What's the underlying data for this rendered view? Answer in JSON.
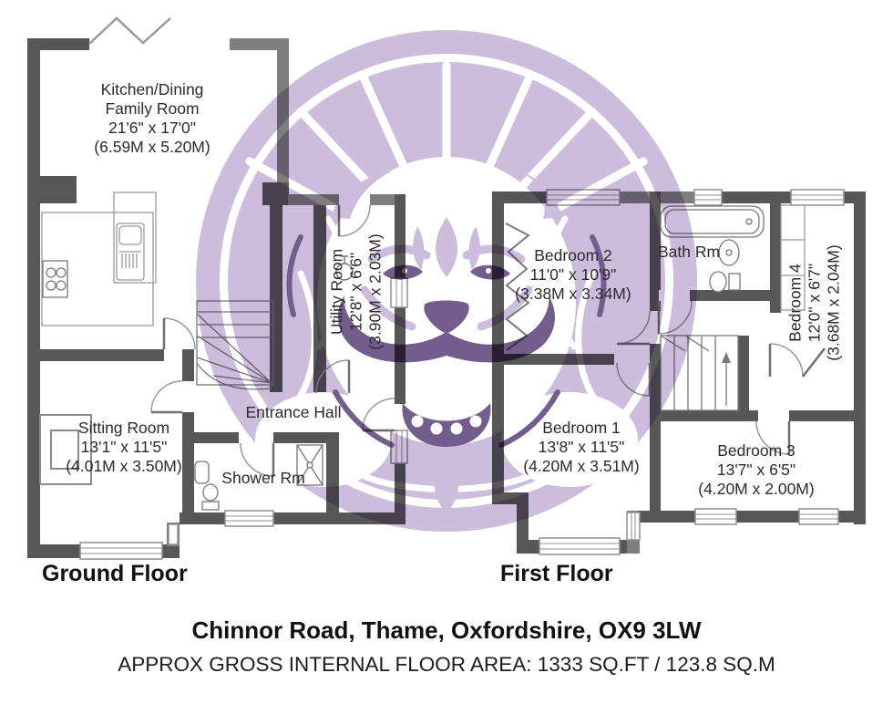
{
  "title": {
    "address": "Chinnor Road, Thame, Oxfordshire, OX9 3LW",
    "area": "APPROX GROSS INTERNAL FLOOR AREA: 1333 SQ.FT / 123.8 SQ.M"
  },
  "floors": {
    "ground": {
      "label": "Ground Floor"
    },
    "first": {
      "label": "First Floor"
    }
  },
  "rooms": {
    "kitchen": {
      "line1": "Kitchen/Dining",
      "line2": "Family Room",
      "imperial": "21'6\" x 17'0\"",
      "metric": "(6.59M x 5.20M)"
    },
    "utility": {
      "name": "Utility Room",
      "imperial": "12'8\" x 6'6\"",
      "metric": "(3.90M x 2.03M)"
    },
    "sitting": {
      "name": "Sitting Room",
      "imperial": "13'1\" x 11'5\"",
      "metric": "(4.01M x 3.50M)"
    },
    "entrance_hall": {
      "name": "Entrance Hall"
    },
    "shower": {
      "name": "Shower Rm"
    },
    "bedroom1": {
      "name": "Bedroom 1",
      "imperial": "13'8\" x 11'5\"",
      "metric": "(4.20M x 3.51M)"
    },
    "bedroom2": {
      "name": "Bedroom 2",
      "imperial": "11'0\" x 10'9\"",
      "metric": "(3.38M x 3.34M)"
    },
    "bedroom3": {
      "name": "Bedroom 3",
      "imperial": "13'7\" x 6'5\"",
      "metric": "(4.20M x 2.00M)"
    },
    "bedroom4": {
      "name": "Bedroom 4",
      "imperial": "12'0\" x 6'7\"",
      "metric": "(3.68M x 2.04M)"
    },
    "bath": {
      "name": "Bath Rm"
    }
  },
  "colors": {
    "wall_dark": "#575757",
    "wall_mid": "#7e7e7e",
    "watermark_purple": "#c9badb",
    "watermark_dark_purple": "#6b5486",
    "text": "#2b2b2b"
  }
}
